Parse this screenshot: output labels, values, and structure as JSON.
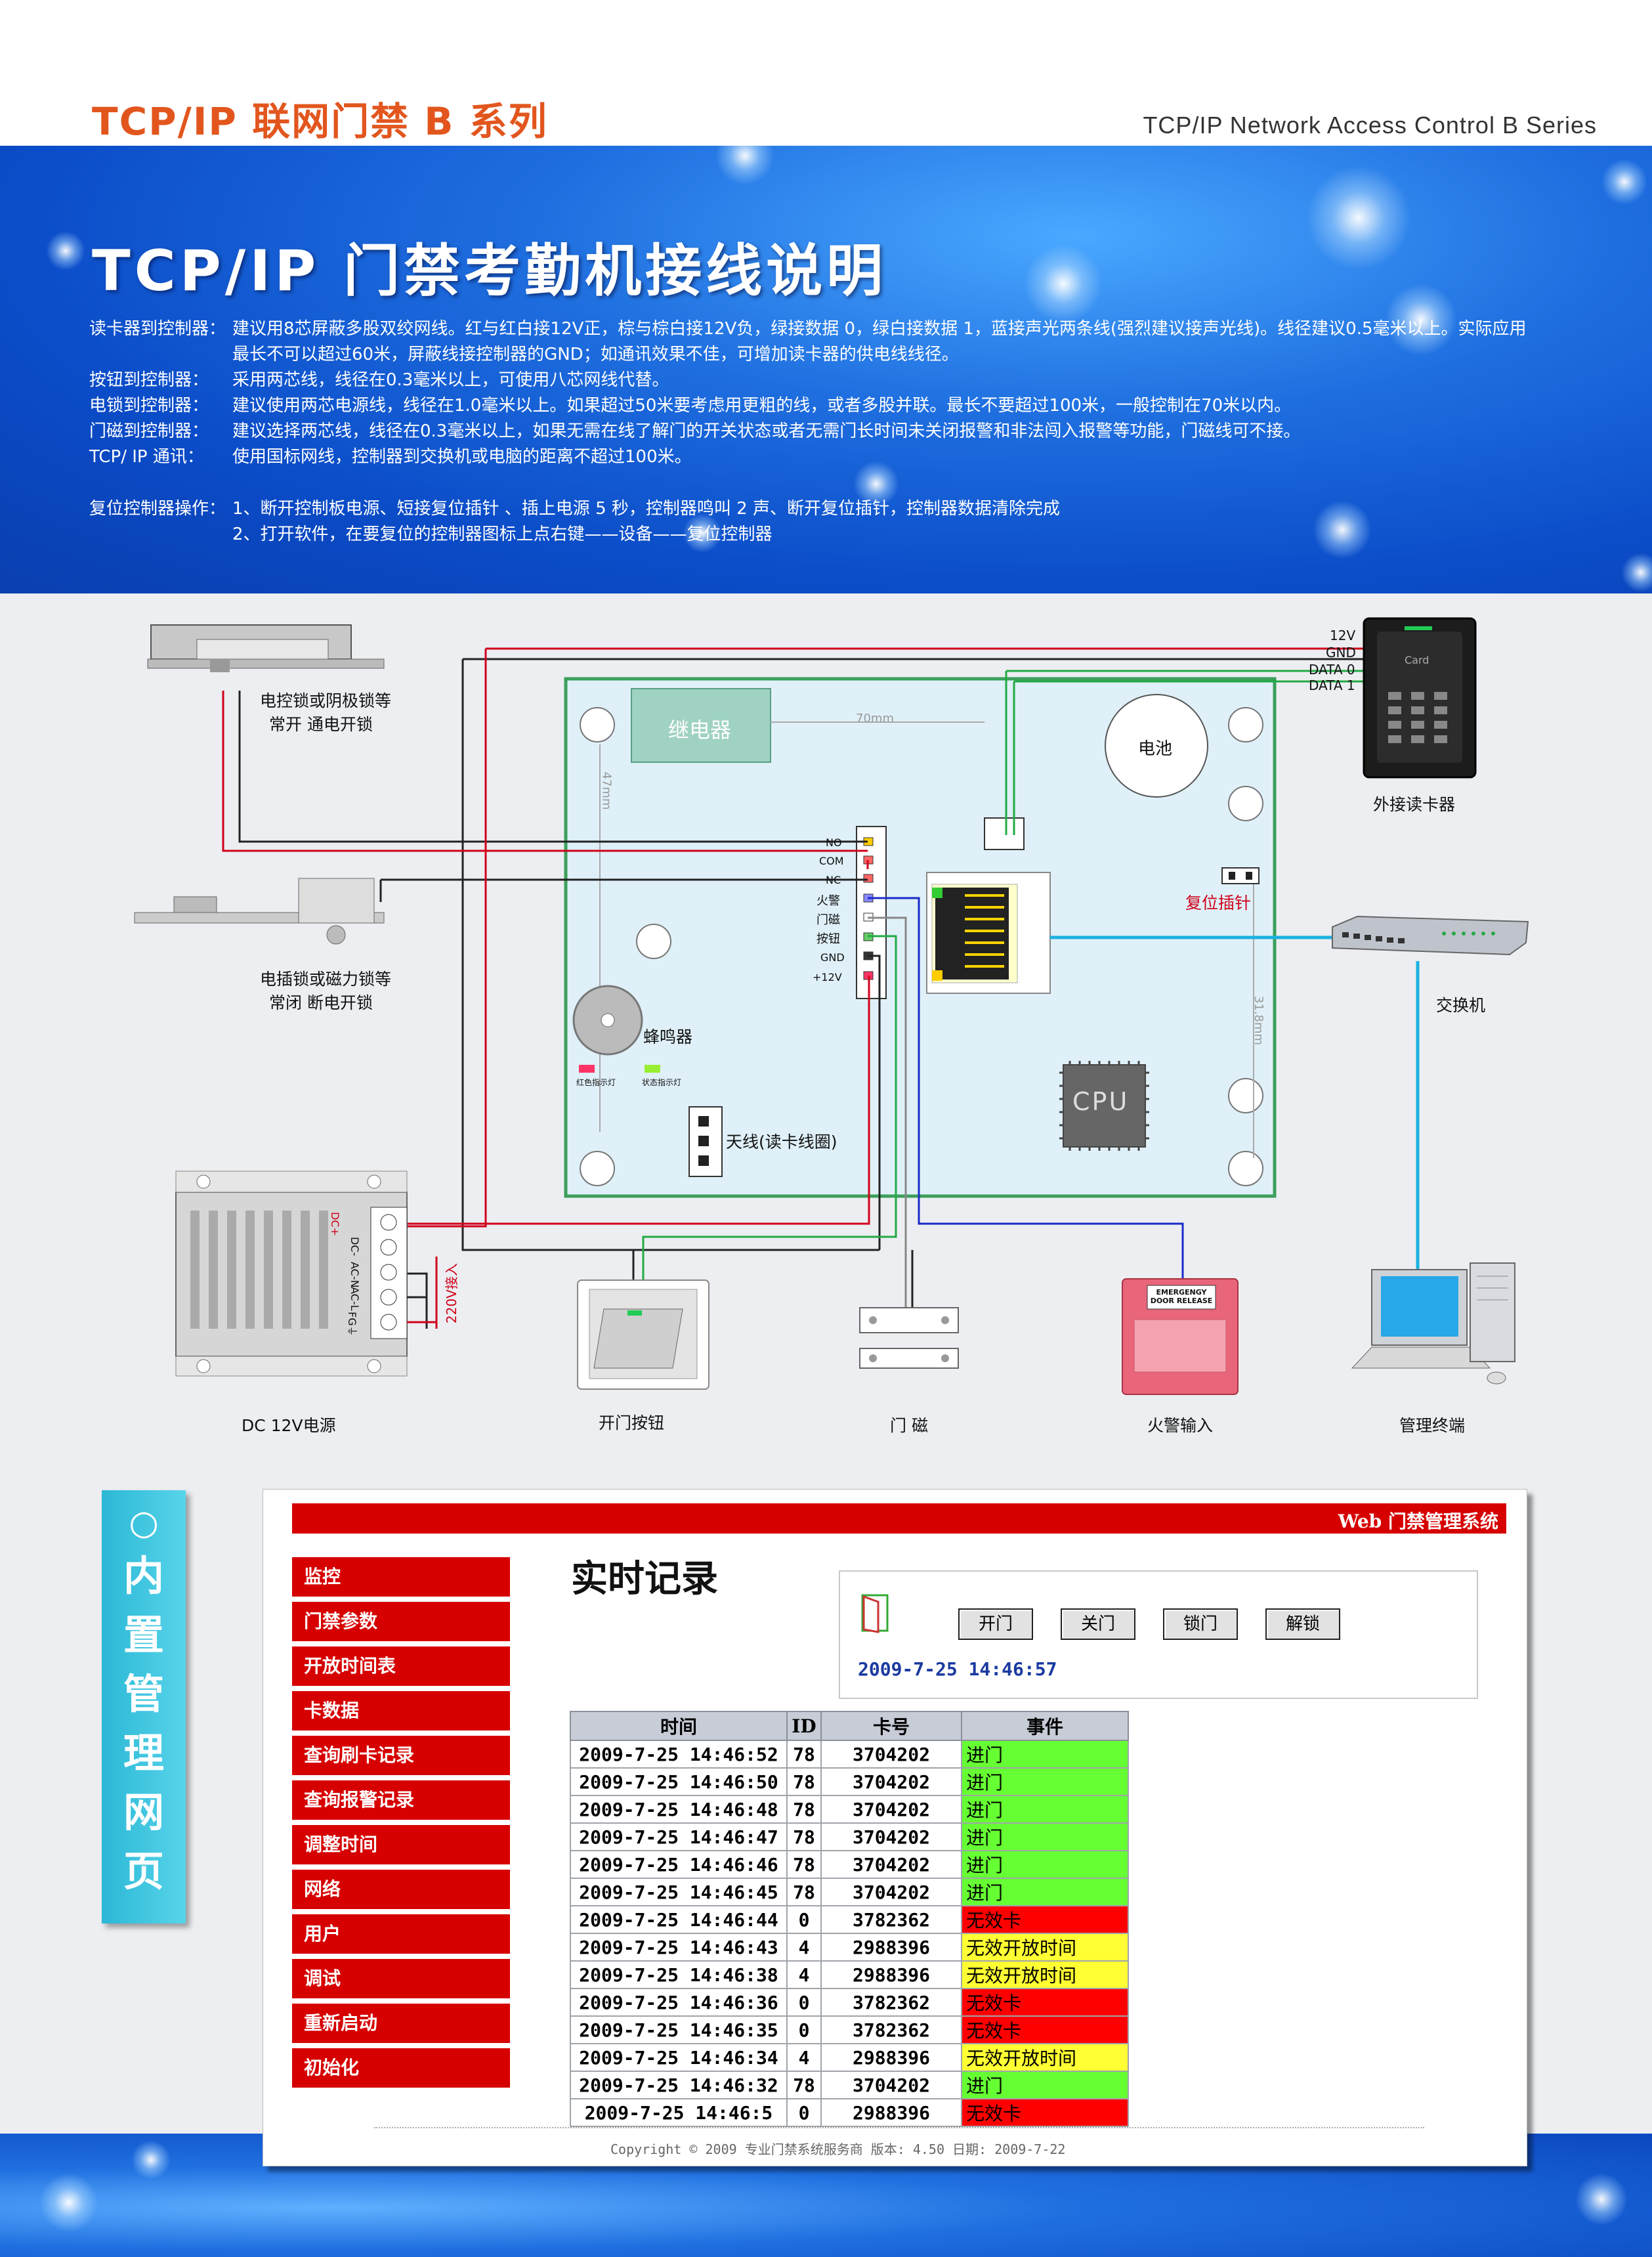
{
  "header": {
    "left_title": "TCP/IP 联网门禁 B 系列",
    "right_title": "TCP/IP Network Access Control  B  Series"
  },
  "banner": {
    "title": "TCP/IP 门禁考勤机接线说明",
    "lines": [
      {
        "key": "读卡器到控制器：",
        "text": "建议用8芯屏蔽多股双绞网线。红与红白接12V正，棕与棕白接12V负，绿接数据 0，绿白接数据 1，蓝接声光两条线(强烈建议接声光线)。线径建议0.5毫米以上。实际应用"
      },
      {
        "key": "",
        "text": "最长不可以超过60米，屏蔽线接控制器的GND；如通讯效果不佳，可增加读卡器的供电线线径。"
      },
      {
        "key": "按钮到控制器：",
        "text": "采用两芯线，线径在0.3毫米以上，可使用八芯网线代替。"
      },
      {
        "key": "电锁到控制器：",
        "text": "建议使用两芯电源线，线径在1.0毫米以上。如果超过50米要考虑用更粗的线，或者多股并联。最长不要超过100米，一般控制在70米以内。"
      },
      {
        "key": "门磁到控制器：",
        "text": "建议选择两芯线，线径在0.3毫米以上，如果无需在线了解门的开关状态或者无需门长时间未关闭报警和非法闯入报警等功能，门磁线可不接。"
      },
      {
        "key": "TCP/ IP 通讯：",
        "text": "使用国标网线，控制器到交换机或电脑的距离不超过100米。"
      }
    ],
    "reset_key": "复位控制器操作：",
    "reset_1": "1、断开控制板电源、短接复位插针 、插上电源 5 秒，控制器鸣叫 2 声、断开复位插针，控制器数据清除完成",
    "reset_2": "2、打开软件，在要复位的控制器图标上点右键——设备——复位控制器"
  },
  "diagram": {
    "lock1_label": "电控锁或阴极锁等",
    "lock1_sub": "常开   通电开锁",
    "lock2_label": "电插锁或磁力锁等",
    "lock2_sub": "常闭   断电开锁",
    "relay": "继电器",
    "battery": "电池",
    "dim_70": "70mm",
    "dim_47": "47mm",
    "dim_31": "31.8mm",
    "reader_pins": [
      "12V",
      "GND",
      "DATA 0",
      "DATA 1"
    ],
    "reader_label": "外接读卡器",
    "reader_card": "Card",
    "terminals": [
      "NO",
      "COM",
      "NC",
      "火警",
      "门磁",
      "按钮",
      "GND",
      "+12V"
    ],
    "reset_pin": "复位插针",
    "switch_label": "交换机",
    "buzzer": "蜂鸣器",
    "led_red": "红色指示灯",
    "led_green": "状态指示灯",
    "antenna": "天线(读卡线圈)",
    "cpu": "CPU",
    "psu_terms": [
      "DC+",
      "DC-",
      "AC-N",
      "AC-L",
      "FG⏚"
    ],
    "psu_220": "220V接入",
    "psu_label": "DC  12V电源",
    "button_label": "开门按钮",
    "door_sensor_label": "门  磁",
    "fire_label": "火警输入",
    "fire_box_title": "EMERGENGY DOOR RELEASE",
    "terminal_label": "管理终端"
  },
  "side_tab": [
    "○",
    "内",
    "置",
    "管",
    "理",
    "网",
    "页"
  ],
  "web": {
    "system_title": "Web  门禁管理系统",
    "menu": [
      "监控",
      "门禁参数",
      "开放时间表",
      "卡数据",
      "查询刷卡记录",
      "查询报警记录",
      "调整时间",
      "网络",
      "用户",
      "调试",
      "重新启动",
      "初始化"
    ],
    "page_title": "实时记录",
    "buttons": [
      "开门",
      "关门",
      "锁门",
      "解锁"
    ],
    "clock": "2009-7-25  14:46:57",
    "table_headers": [
      "时间",
      "ID",
      "卡号",
      "事件"
    ],
    "rows": [
      {
        "time": "2009-7-25  14:46:52",
        "id": "78",
        "card": "3704202",
        "event": "进门",
        "status": "green"
      },
      {
        "time": "2009-7-25  14:46:50",
        "id": "78",
        "card": "3704202",
        "event": "进门",
        "status": "green"
      },
      {
        "time": "2009-7-25  14:46:48",
        "id": "78",
        "card": "3704202",
        "event": "进门",
        "status": "green"
      },
      {
        "time": "2009-7-25  14:46:47",
        "id": "78",
        "card": "3704202",
        "event": "进门",
        "status": "green"
      },
      {
        "time": "2009-7-25  14:46:46",
        "id": "78",
        "card": "3704202",
        "event": "进门",
        "status": "green"
      },
      {
        "time": "2009-7-25  14:46:45",
        "id": "78",
        "card": "3704202",
        "event": "进门",
        "status": "green"
      },
      {
        "time": "2009-7-25  14:46:44",
        "id": "0",
        "card": "3782362",
        "event": "无效卡",
        "status": "red"
      },
      {
        "time": "2009-7-25  14:46:43",
        "id": "4",
        "card": "2988396",
        "event": "无效开放时间",
        "status": "yellow"
      },
      {
        "time": "2009-7-25  14:46:38",
        "id": "4",
        "card": "2988396",
        "event": "无效开放时间",
        "status": "yellow"
      },
      {
        "time": "2009-7-25  14:46:36",
        "id": "0",
        "card": "3782362",
        "event": "无效卡",
        "status": "red"
      },
      {
        "time": "2009-7-25  14:46:35",
        "id": "0",
        "card": "3782362",
        "event": "无效卡",
        "status": "red"
      },
      {
        "time": "2009-7-25  14:46:34",
        "id": "4",
        "card": "2988396",
        "event": "无效开放时间",
        "status": "yellow"
      },
      {
        "time": "2009-7-25  14:46:32",
        "id": "78",
        "card": "3704202",
        "event": "进门",
        "status": "green"
      },
      {
        "time": "2009-7-25  14:46:5",
        "id": "0",
        "card": "2988396",
        "event": "无效卡",
        "status": "red"
      }
    ],
    "copyright": "Copyright © 2009  专业门禁系统服务商  版本: 4.50  日期: 2009-7-22"
  },
  "colors": {
    "accent_red": "#d60000",
    "header_orange": "#e2561e",
    "tab_cyan": "#2bb8d6",
    "banner_blue": "#0b4cc8"
  }
}
